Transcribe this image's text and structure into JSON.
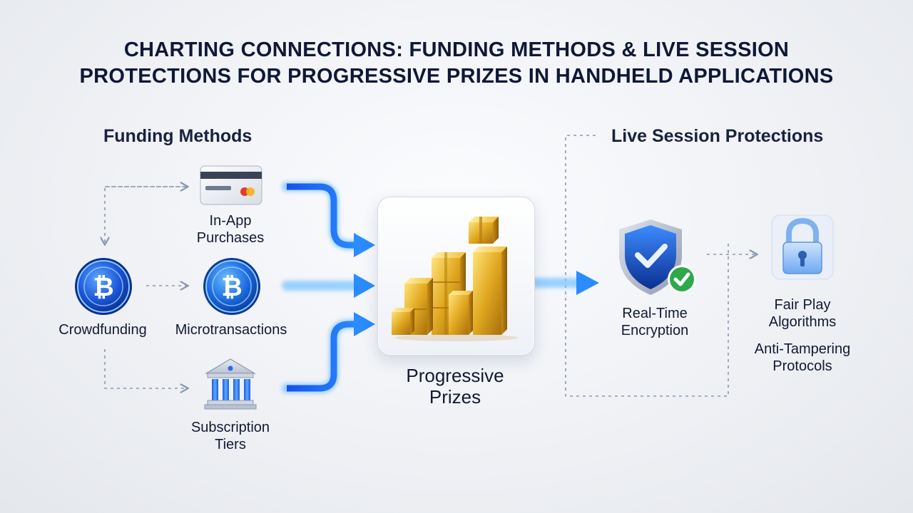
{
  "title": {
    "line1": "CHARTING CONNECTIONS: FUNDING METHODS & LIVE SESSION",
    "line2": "PROTECTIONS FOR PROGRESSIVE PRIZES IN HANDHELD APPLICATIONS"
  },
  "sections": {
    "funding": "Funding Methods",
    "protections": "Live Session Protections"
  },
  "funding_methods": {
    "in_app": {
      "line1": "In-App",
      "line2": "Purchases",
      "icon": "credit-card-icon"
    },
    "crowdfunding": {
      "label": "Crowdfunding",
      "icon": "bitcoin-coin-icon"
    },
    "microtransactions": {
      "label": "Microtransactions",
      "icon": "bitcoin-coin-icon"
    },
    "subscription": {
      "line1": "Subscription",
      "line2": "Tiers",
      "icon": "bank-building-icon"
    }
  },
  "center": {
    "line1": "Progressive",
    "line2": "Prizes",
    "icon": "gold-boxes-icon"
  },
  "protections": {
    "encryption": {
      "line1": "Real-Time",
      "line2": "Encryption",
      "icon": "shield-check-icon"
    },
    "fair_play": {
      "line1": "Fair Play",
      "line2": "Algorithms",
      "icon": "padlock-icon"
    },
    "anti_tampering": {
      "line1": "Anti-Tampering",
      "line2": "Protocols"
    }
  },
  "colors": {
    "arrow_blue": "#1e6bff",
    "arrow_glow": "#7cc4ff",
    "coin_blue": "#1a56d8",
    "gold": "#e0a820",
    "dash": "#8a97b0",
    "title": "#0e1836",
    "check_green": "#2ea84a"
  }
}
